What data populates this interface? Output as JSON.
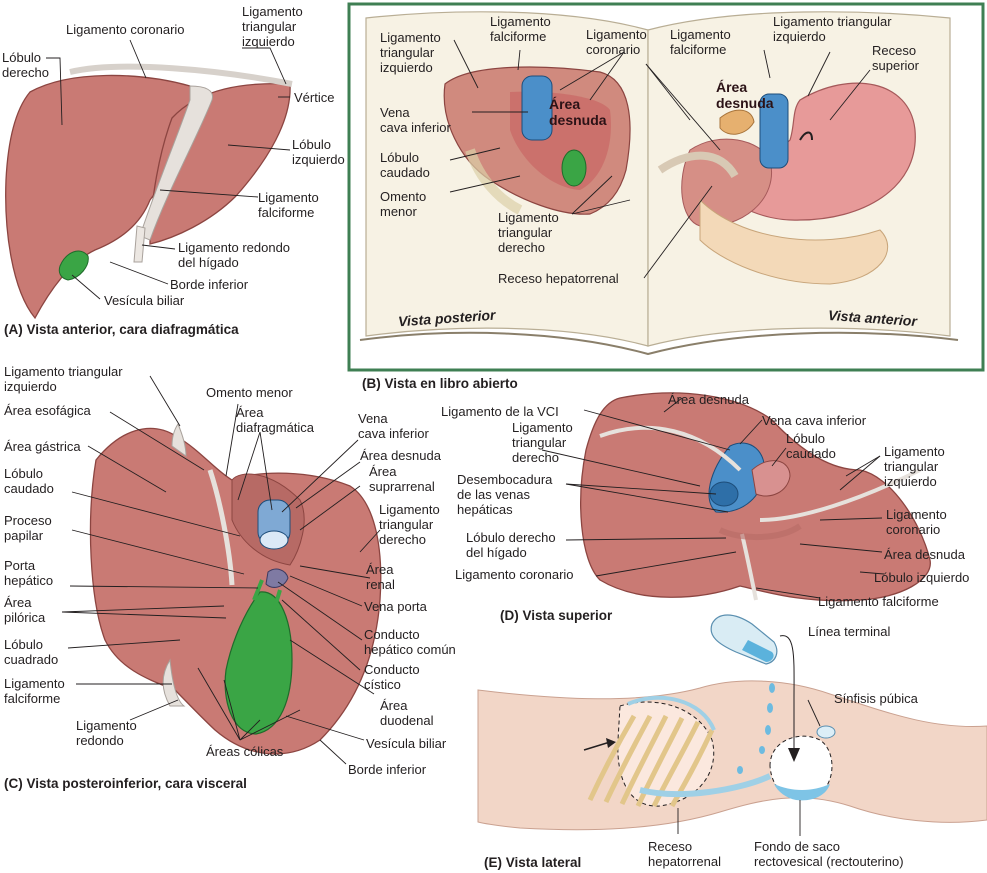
{
  "colors": {
    "liver": "#c97a74",
    "liver_dark": "#a8554f",
    "ligament": "#e6e1dc",
    "gallbladder": "#3aa545",
    "vein_blue": "#4b8fc9",
    "frame_green": "#3f7f53",
    "book_page": "#f7f2e4",
    "stomach": "#e79a99",
    "body_skin": "#f2d6c7",
    "bone": "#f0dfae"
  },
  "panelA": {
    "caption": "(A) Vista anterior, cara diafragmática",
    "labels": {
      "lobulo_derecho": "Lóbulo\nderecho",
      "lig_coronario": "Ligamento coronario",
      "lig_triangular_izq": "Ligamento\ntriangular\nizquierdo",
      "vertice": "Vértice",
      "lobulo_izquierdo": "Lóbulo\nizquierdo",
      "lig_falciforme": "Ligamento\nfalciforme",
      "lig_redondo": "Ligamento redondo\ndel hígado",
      "borde_inferior": "Borde inferior",
      "vesicula": "Vesícula biliar"
    }
  },
  "panelB": {
    "caption": "(B) Vista en libro abierto",
    "page_left": "Vista posterior",
    "page_right": "Vista anterior",
    "labels": {
      "tri_izq_left": "Ligamento\ntriangular\nizquierdo",
      "falciforme_left": "Ligamento\nfalciforme",
      "coronario": "Ligamento\ncoronario",
      "falciforme_right": "Ligamento\nfalciforme",
      "tri_izq_right": "Ligamento triangular\nizquierdo",
      "receso_superior": "Receso\nsuperior",
      "area_desnuda_left": "Área\ndesnuda",
      "area_desnuda_right": "Área\ndesnuda",
      "vena_cava": "Vena\ncava inferior",
      "lobulo_caudado": "Lóbulo\ncaudado",
      "omento_menor": "Omento\nmenor",
      "tri_der": "Ligamento\ntriangular\nderecho",
      "receso_hepatorrenal": "Receso hepatorrenal"
    }
  },
  "panelC": {
    "caption": "(C) Vista posteroinferior, cara visceral",
    "labels": {
      "tri_izq": "Ligamento triangular\nizquierdo",
      "area_esofagica": "Área esofágica",
      "area_gastrica": "Área gástrica",
      "lobulo_caudado": "Lóbulo\ncaudado",
      "proceso_papilar": "Proceso\npapilar",
      "porta_hepatico": "Porta\nhepático",
      "area_pilorica": "Área\npilórica",
      "lobulo_cuadrado": "Lóbulo\ncuadrado",
      "lig_falciforme": "Ligamento\nfalciforme",
      "lig_redondo": "Ligamento\nredondo",
      "omento_menor": "Omento menor",
      "area_diafragmatica": "Área\ndiafragmática",
      "vena_cava": "Vena\ncava inferior",
      "area_desnuda": "Área desnuda",
      "area_suprarrenal": "Área\nsuprarrenal",
      "tri_der": "Ligamento\ntriangular\nderecho",
      "area_renal": "Área\nrenal",
      "vena_porta": "Vena porta",
      "conducto_hepatico": "Conducto\nhepático común",
      "conducto_cistico": "Conducto\ncístico",
      "area_duodenal": "Área\nduodenal",
      "vesicula": "Vesícula biliar",
      "borde_inferior": "Borde inferior",
      "areas_colicas": "Áreas cólicas"
    }
  },
  "panelD": {
    "caption": "(D) Vista superior",
    "labels": {
      "area_desnuda_top": "Área desnuda",
      "lig_vci": "Ligamento de la VCI",
      "vena_cava": "Vena cava inferior",
      "lobulo_caudado": "Lóbulo\ncaudado",
      "tri_der": "Ligamento\ntriangular\nderecho",
      "desembocadura": "Desembocadura\nde las venas\nhepáticas",
      "lobulo_derecho": "Lóbulo derecho\ndel hígado",
      "lig_coronario_left": "Ligamento coronario",
      "tri_izq": "Ligamento\ntriangular\nizquierdo",
      "lig_coronario_right": "Ligamento\ncoronario",
      "area_desnuda_right": "Área desnuda",
      "lobulo_izquierdo": "Lóbulo izquierdo",
      "lig_falciforme": "Ligamento falciforme"
    }
  },
  "panelE": {
    "caption": "(E) Vista lateral",
    "labels": {
      "linea_terminal": "Línea terminal",
      "sinfisis": "Sínfisis púbica",
      "receso": "Receso\nhepatorrenal",
      "fondo": "Fondo de saco\nrectovesical (rectouterino)"
    }
  }
}
